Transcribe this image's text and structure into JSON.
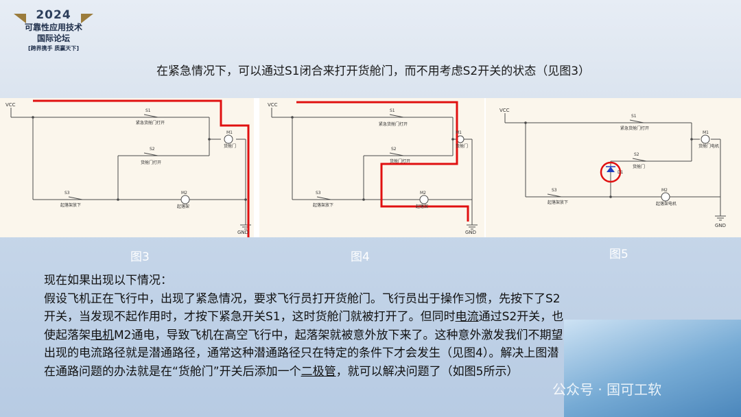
{
  "logo": {
    "year": "2024",
    "line1": "可靠性应用技术",
    "line2": "国际论坛",
    "slogan": "[跨界携手 质赢天下]"
  },
  "headline": "在紧急情况下，可以通过S1闭合来打开货舱门，而不用考虑S2开关的状态（见图3）",
  "circuits": [
    {
      "vcc": "VCC",
      "gnd": "GND",
      "s1_ref": "S1",
      "s1_label": "紧急货舱门打开",
      "s2_ref": "S2",
      "s2_label": "货舱门打开",
      "s3_ref": "S3",
      "s3_label": "起落架放下",
      "m1_ref": "M1",
      "m1_label": "货舱门",
      "m2_ref": "M2",
      "m2_label": "起落架"
    },
    {
      "vcc": "VCC",
      "gnd": "GND",
      "s1_ref": "S1",
      "s1_label": "紧急货舱门打开",
      "s2_ref": "S2",
      "s2_label": "货舱门打开",
      "s3_ref": "S3",
      "s3_label": "起落架放下",
      "m1_ref": "M1",
      "m1_label": "货舱门",
      "m2_ref": "M2",
      "m2_label": "起落架"
    },
    {
      "vcc": "VCC",
      "gnd": "GND",
      "s1_ref": "S1",
      "s1_label": "紧急货舱门打开",
      "s2_ref": "S2",
      "s2_label": "货舱门",
      "s3_ref": "S3",
      "s3_label": "起落架放下",
      "m1_ref": "M1",
      "m1_label": "货舱门电机",
      "m2_ref": "M2",
      "m2_label": "起落架电机",
      "d_ref": "D1"
    }
  ],
  "figure_labels": [
    "图3",
    "图4",
    "图5"
  ],
  "body": {
    "line1": "现在如果出现以下情况：",
    "p2_a": "假设飞机正在飞行中，出现了紧急情况，要求飞行员打开货舱门。飞行员出于操作习惯，先按下了S2开关，当发现不起作用时，才按下紧急开关S1，这时货舱门就被打开了。但同时",
    "p2_u1": "电流",
    "p2_b": "通过S2开关，也使起落架",
    "p2_u2": "电机",
    "p2_c": "M2通电，导致飞机在高空飞行中，起落架就被意外放下来了。这种意外激发我们不期望出现的电流路径就是潜通路径，通常这种潜通路径只在特定的条件下才会发生（见图4）。解决上图潜在通路问题的办法就是在“货舱门”开关后添加一个",
    "p2_u3": "二极管",
    "p2_d": "，就可以解决问题了（如图5所示）"
  },
  "watermark": "公众号 · 国可工软",
  "colors": {
    "highlight": "#e01010",
    "wire": "#4a4a4a",
    "diode": "#1f3fbf"
  }
}
